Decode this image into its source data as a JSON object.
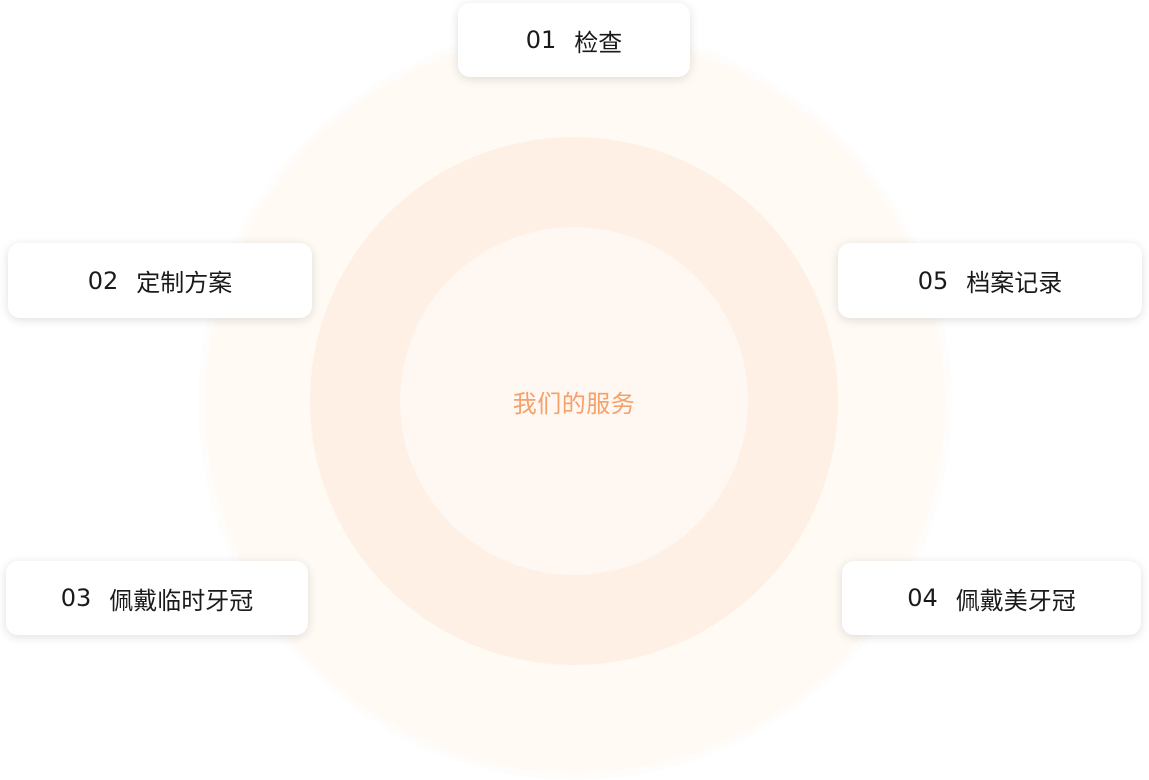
{
  "center": {
    "label": "我们的服务"
  },
  "steps": [
    {
      "number": "01",
      "label": "检查"
    },
    {
      "number": "02",
      "label": "定制方案"
    },
    {
      "number": "03",
      "label": "佩戴临时牙冠"
    },
    {
      "number": "04",
      "label": "佩戴美牙冠"
    },
    {
      "number": "05",
      "label": "档案记录"
    }
  ],
  "colors": {
    "accent": "#f6a06a",
    "ring_outer": "#fffaf4",
    "ring_middle": "#fff0e6",
    "ring_inner": "#fff7f1",
    "card_background": "#ffffff",
    "text": "#1a1a1a"
  }
}
